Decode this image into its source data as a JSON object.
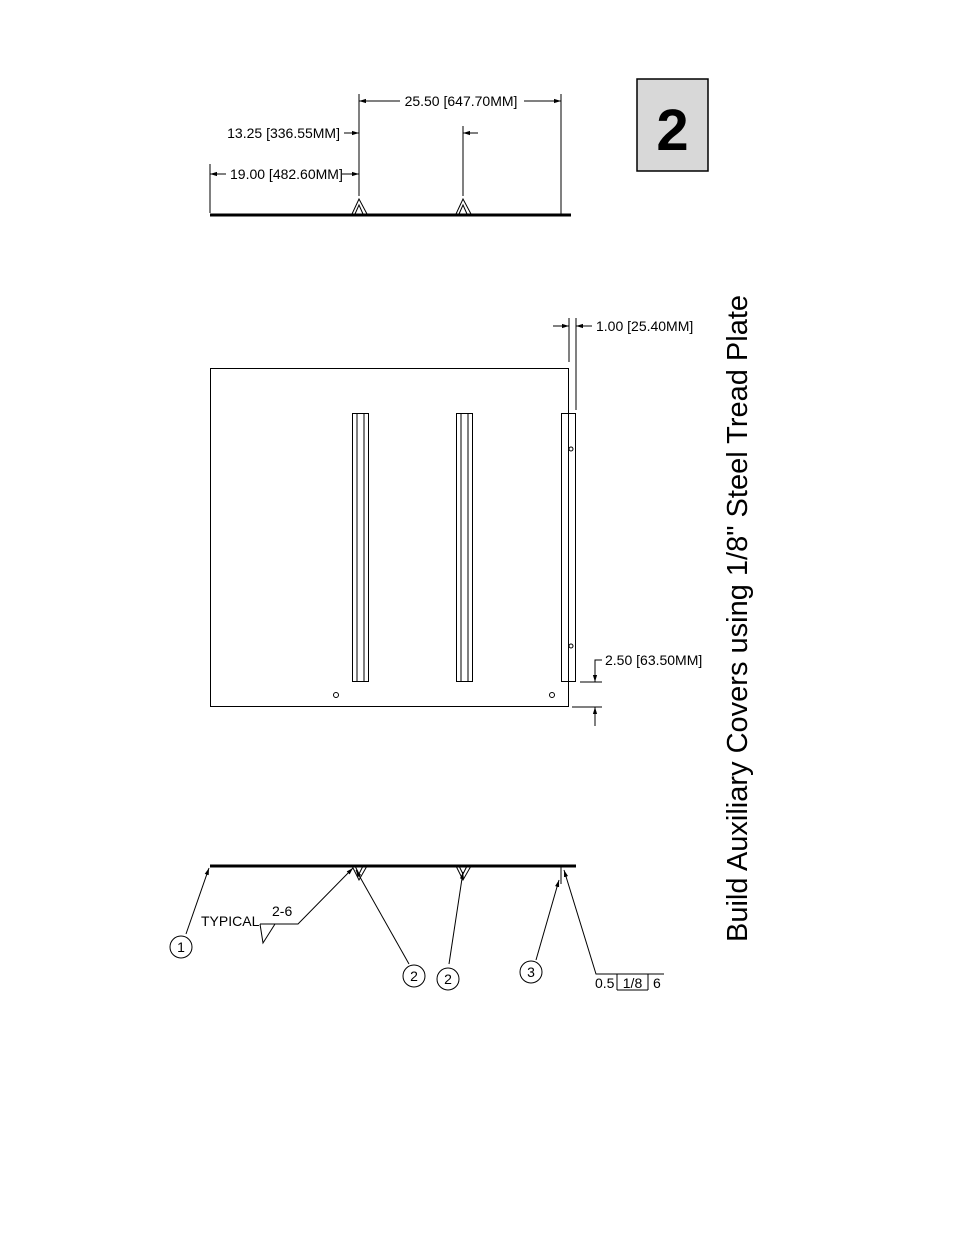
{
  "title": "Build Auxiliary Covers using 1/8\" Steel Tread Plate",
  "step_number": "2",
  "top_view": {
    "dim_overall": "25.50 [647.70MM]",
    "dim_middle": "13.25 [336.55MM]",
    "dim_left": "19.00 [482.60MM]"
  },
  "plan_view": {
    "dim_edge": "1.00 [25.40MM]",
    "dim_bottom": "2.50 [63.50MM]"
  },
  "section_view": {
    "typical_label": "TYPICAL",
    "weld_symbol": "2-6",
    "callouts": [
      "1",
      "2",
      "2",
      "3"
    ],
    "weld_note_a": "0.5",
    "weld_note_b": "1/8",
    "weld_note_c": "6"
  }
}
